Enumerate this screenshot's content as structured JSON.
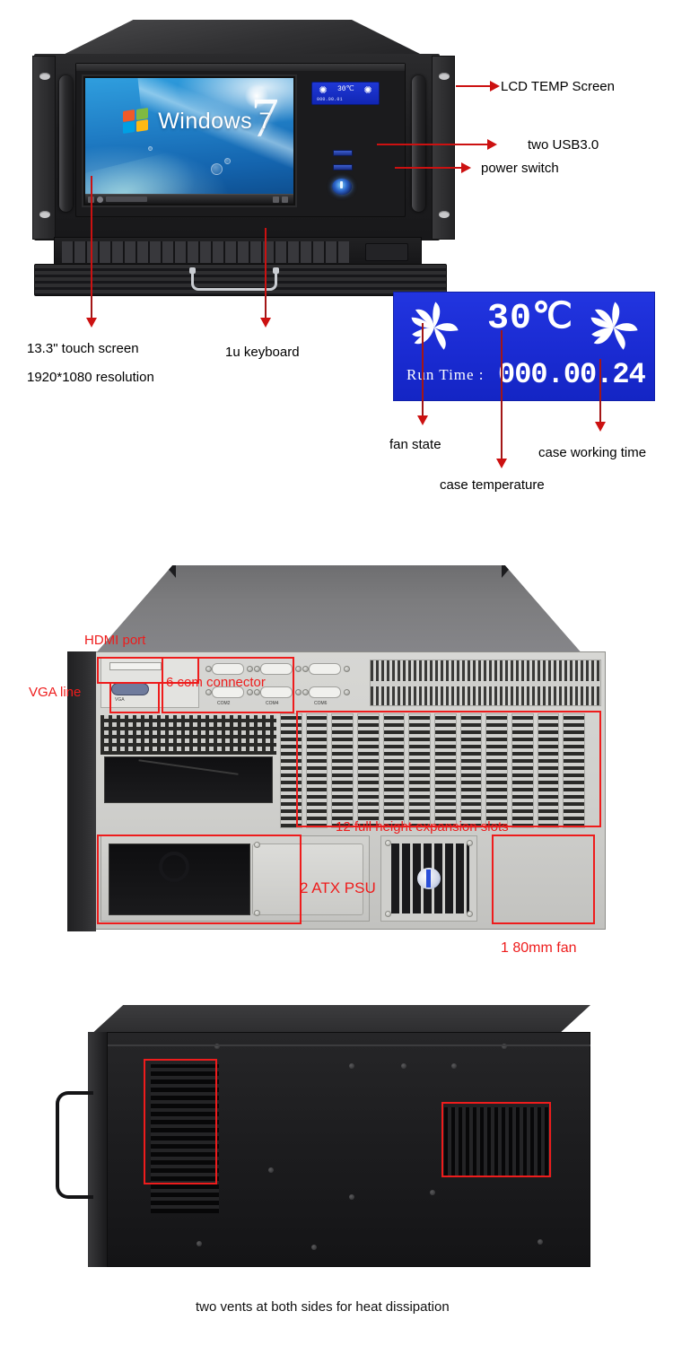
{
  "front": {
    "screen_os_label": "Windows 7",
    "lcd": {
      "temperature": "30℃",
      "run_label": "Run Time :",
      "run_value": "000.00.01"
    },
    "annotations": [
      {
        "id": "lcd-temp-screen",
        "label": "LCD TEMP Screen"
      },
      {
        "id": "two-usb3",
        "label": "two USB3.0"
      },
      {
        "id": "power-switch",
        "label": "power switch"
      }
    ],
    "captions": [
      {
        "id": "touch-screen",
        "line1": "13.3\" touch screen",
        "line2": "1920*1080 resolution"
      },
      {
        "id": "keyboard",
        "line1": "1u keyboard"
      }
    ]
  },
  "lcd_detail": {
    "temperature": "30℃",
    "run_label": "Run Time :",
    "run_value": "000.00.24",
    "fan_glyph": "✺",
    "annotations": [
      {
        "id": "fan-state",
        "label": "fan state"
      },
      {
        "id": "case-temperature",
        "label": "case temperature"
      },
      {
        "id": "case-working-time",
        "label": "case working time"
      }
    ]
  },
  "rear": {
    "annotations": [
      {
        "id": "hdmi-port",
        "label": "HDMI port"
      },
      {
        "id": "vga-line",
        "label": "VGA line"
      },
      {
        "id": "com-connector",
        "label": "6 com connector"
      },
      {
        "id": "expansion-slots",
        "label": "12 full height expansion slots"
      },
      {
        "id": "atx-psu",
        "label": "2 ATX PSU"
      },
      {
        "id": "fan-80mm",
        "label": "1 80mm fan"
      }
    ],
    "port_labels": {
      "vga": "VGA",
      "com2": "COM2",
      "com4": "COM4",
      "com6": "COM6"
    },
    "expansion_slot_count": 12,
    "com_port_count": 6
  },
  "side": {
    "caption": "two vents at both sides for heat dissipation"
  },
  "colors": {
    "annotation_red": "#ee1c1c",
    "arrow_red": "#cc1111",
    "lcd_blue": "#1a2bd2",
    "text_black": "#000000"
  }
}
